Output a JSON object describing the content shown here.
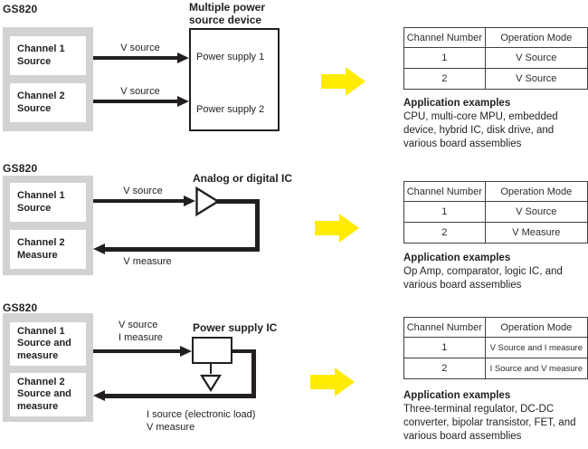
{
  "colors": {
    "accent_yellow": "#ffec00",
    "panel_gray": "#d2d2d2",
    "ink": "#231f20",
    "table_border": "#404040"
  },
  "sections": [
    {
      "device_label": "GS820",
      "channels": [
        "Channel 1\nSource",
        "Channel 2\nSource"
      ],
      "arrow_labels": [
        "V source",
        "V source"
      ],
      "target": {
        "title": "Multiple power\nsource device",
        "items": [
          "Power supply 1",
          "Power supply 2"
        ]
      },
      "table": {
        "header": [
          "Channel Number",
          "Operation Mode"
        ],
        "rows": [
          [
            "1",
            "V Source"
          ],
          [
            "2",
            "V Source"
          ]
        ]
      },
      "application": {
        "title": "Application examples",
        "text": "CPU, multi-core MPU, embedded device, hybrid IC, disk drive, and various board assemblies"
      }
    },
    {
      "device_label": "GS820",
      "channels": [
        "Channel 1\nSource",
        "Channel 2\nMeasure"
      ],
      "arrow_labels": [
        "V source",
        "V measure"
      ],
      "target": {
        "title": "Analog or digital IC"
      },
      "table": {
        "header": [
          "Channel Number",
          "Operation Mode"
        ],
        "rows": [
          [
            "1",
            "V Source"
          ],
          [
            "2",
            "V Measure"
          ]
        ]
      },
      "application": {
        "title": "Application examples",
        "text": "Op Amp, comparator, logic IC, and various board assemblies"
      }
    },
    {
      "device_label": "GS820",
      "channels": [
        "Channel 1\nSource and\nmeasure",
        "Channel 2\nSource and\nmeasure"
      ],
      "arrow_labels": [
        "V source\nI measure",
        "I source (electronic load)\nV measure"
      ],
      "target": {
        "title": "Power supply IC"
      },
      "table": {
        "header": [
          "Channel Number",
          "Operation Mode"
        ],
        "rows": [
          [
            "1",
            "V Source and I measure"
          ],
          [
            "2",
            "I Source and V measure"
          ]
        ]
      },
      "application": {
        "title": "Application examples",
        "text": "Three-terminal regulator, DC-DC converter, bipolar transistor, FET, and various board assemblies"
      }
    }
  ]
}
